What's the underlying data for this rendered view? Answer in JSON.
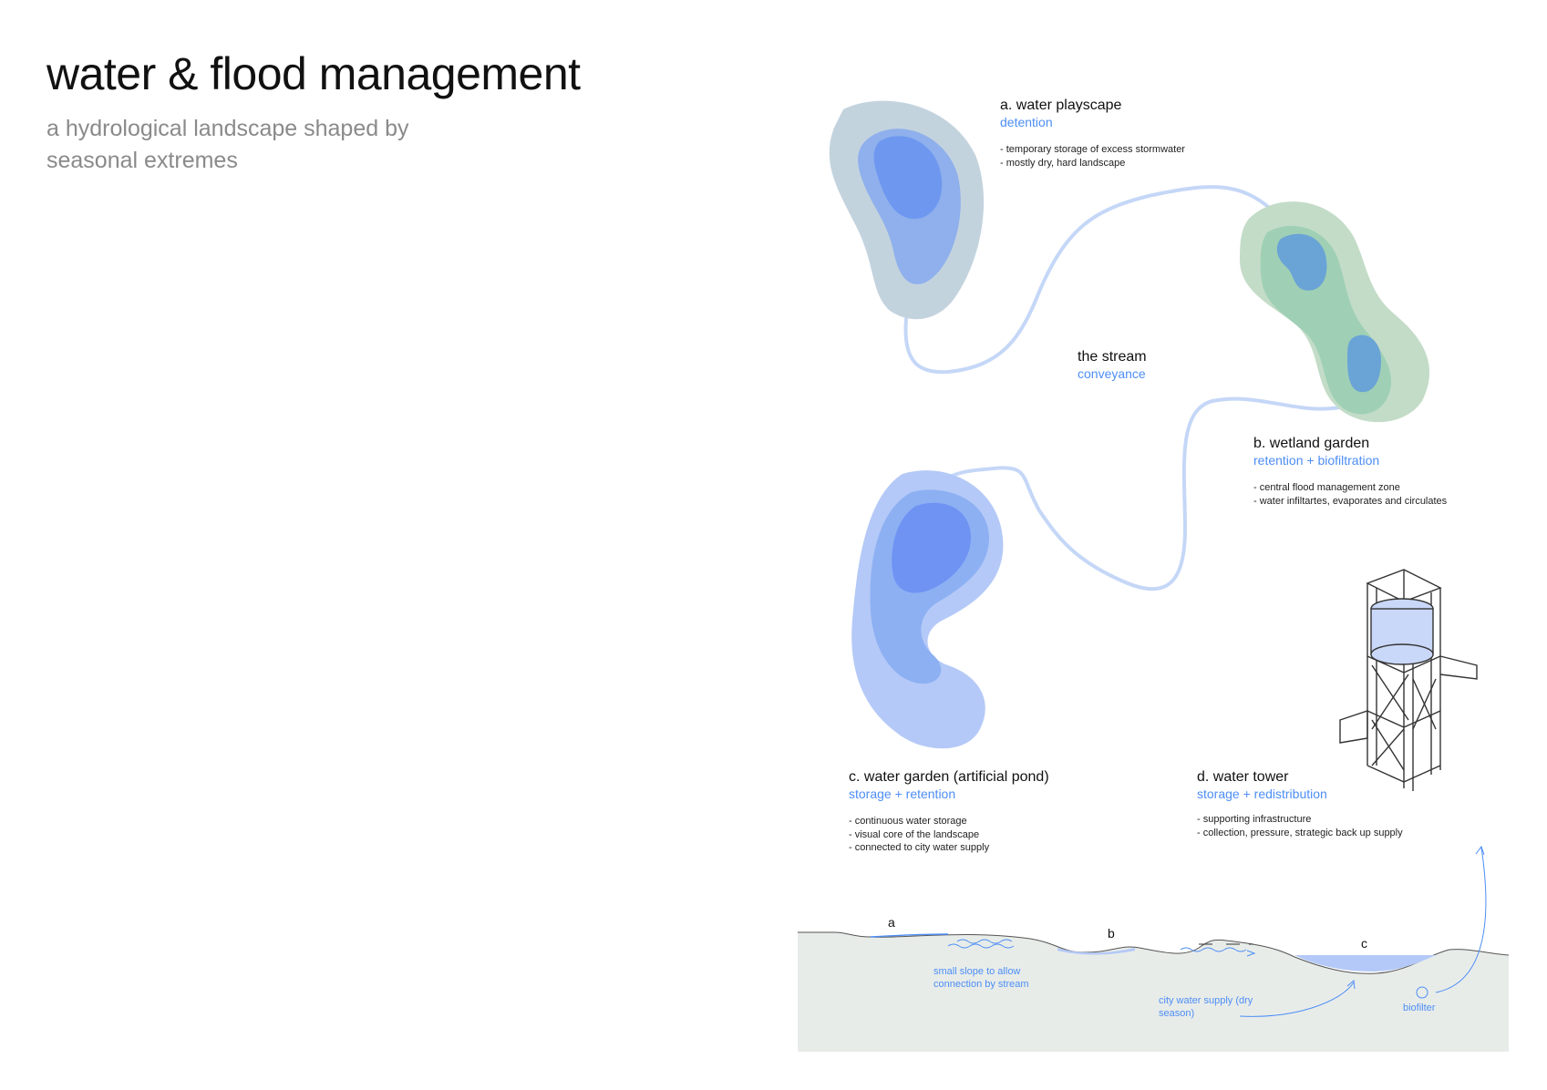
{
  "title": "water & flood management",
  "subtitle": "a hydrological landscape shaped by seasonal extremes",
  "elements": {
    "a": {
      "heading": "a. water playscape",
      "function": "detention",
      "notes": [
        "temporary storage of excess stormwater",
        "mostly dry, hard landscape"
      ]
    },
    "stream": {
      "heading": "the stream",
      "function": "conveyance"
    },
    "b": {
      "heading": "b. wetland garden",
      "function": "retention + biofiltration",
      "notes": [
        "central flood management zone",
        "water infiltartes, evaporates and circulates"
      ]
    },
    "c": {
      "heading": "c. water garden (artificial pond)",
      "function": "storage + retention",
      "notes": [
        "continuous water storage",
        "visual core of the landscape",
        "connected to city water supply"
      ]
    },
    "d": {
      "heading": "d. water tower",
      "function": "storage + redistribution",
      "notes": [
        "supporting infrastructure",
        "collection, pressure, strategic back up supply"
      ]
    }
  },
  "section": {
    "letters": [
      "a",
      "b",
      "c"
    ],
    "slope_note": "small slope to allow connection by stream",
    "supply_note": "city water supply (dry season)",
    "biofilter": "biofilter"
  },
  "colors": {
    "water_blue": "#4d8ef5",
    "stream": "#c5d7f7",
    "ground": "#e8ece9",
    "playscape_outer": "#c3d3de",
    "wetland_outer": "#c3dcc8",
    "pond_outer": "#b4c9f7"
  }
}
